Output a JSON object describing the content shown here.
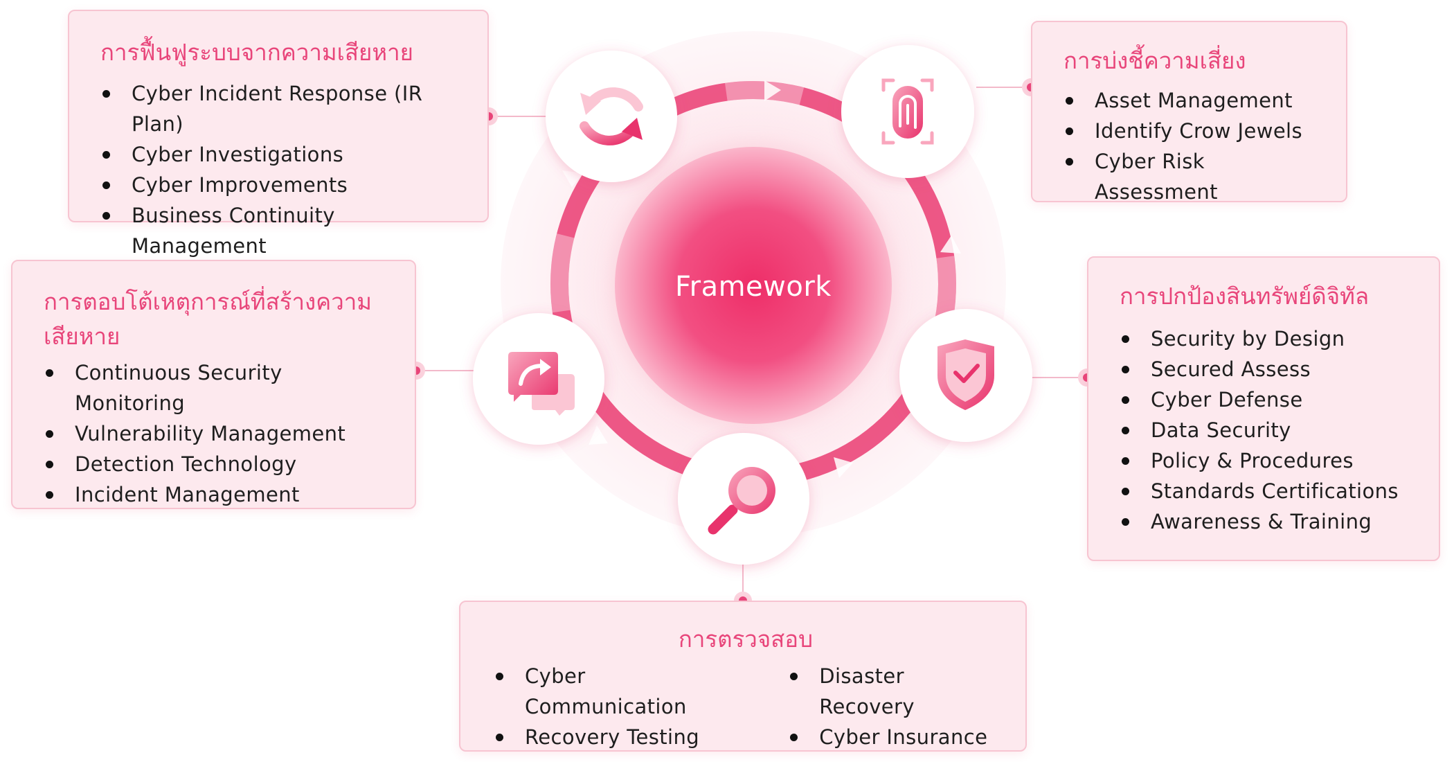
{
  "center": {
    "label": "Framework"
  },
  "recover": {
    "title": "การฟื้นฟูระบบจากความเสียหาย",
    "items": [
      "Cyber Incident Response (IR Plan)",
      "Cyber Investigations",
      "Cyber Improvements",
      "Business Continuity Management"
    ],
    "icon": "sync-arrows-icon"
  },
  "identify": {
    "title": "การบ่งชี้ความเสี่ยง",
    "items": [
      "Asset Management",
      "Identify Crow Jewels",
      "Cyber Risk Assessment"
    ],
    "icon": "fingerprint-icon"
  },
  "respond": {
    "title_line1": "การตอบโต้เหตุการณ์ที่สร้างความ",
    "title_line2": "เสียหาย",
    "items": [
      "Continuous Security Monitoring",
      "Vulnerability Management",
      "Detection Technology",
      "Incident Management"
    ],
    "icon": "chat-share-icon"
  },
  "protect": {
    "title": "การปกป้องสินทรัพย์ดิจิทัล",
    "items": [
      "Security by Design",
      "Secured Assess",
      "Cyber Defense",
      "Data Security",
      "Policy & Procedures",
      "Standards Certifications",
      "Awareness & Training"
    ],
    "icon": "shield-check-icon"
  },
  "detect": {
    "title": "การตรวจสอบ",
    "items_left": [
      "Cyber Communication",
      "Recovery Testing"
    ],
    "items_right": [
      "Disaster Recovery",
      "Cyber Insurance"
    ],
    "icon": "magnifier-icon"
  },
  "colors": {
    "accent": "#e8457a",
    "ring": "#ec4a7c",
    "box_fill": "#fde9ee",
    "box_border": "#f7c4d1"
  }
}
